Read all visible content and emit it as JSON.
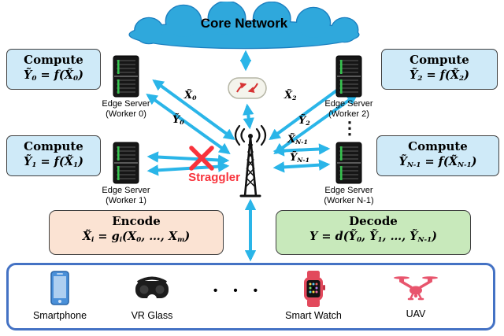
{
  "colors": {
    "cloud_fill": "#2fa8dc",
    "cloud_stroke": "#1b7fc0",
    "arrow": "#2ab5e8",
    "straggler_red": "#f8333c",
    "compute_bg": "#cfeaf8",
    "encode_bg": "#fbe3d3",
    "decode_bg": "#c8e9bb",
    "panel_border": "#4472c4",
    "uav_pink": "#e8556d"
  },
  "cloud": {
    "label": "Core Network"
  },
  "compute": [
    {
      "title": "Compute",
      "f": [
        "Ỹ",
        "0",
        " = f(X̃",
        "0",
        ")"
      ]
    },
    {
      "title": "Compute",
      "f": [
        "Ỹ",
        "1",
        " = f(X̃",
        "1",
        ")"
      ]
    },
    {
      "title": "Compute",
      "f": [
        "Ỹ",
        "2",
        " = f(X̃",
        "2",
        ")"
      ]
    },
    {
      "title": "Compute",
      "f": [
        "Ỹ",
        "N-1",
        " = f(X̃",
        "N-1",
        ")"
      ]
    }
  ],
  "workers": [
    {
      "l1": "Edge Server",
      "l2": "(Worker 0)"
    },
    {
      "l1": "Edge Server",
      "l2": "(Worker 1)"
    },
    {
      "l1": "Edge Server",
      "l2": "(Worker 2)"
    },
    {
      "l1": "Edge Server",
      "l2": "(Worker N-1)"
    }
  ],
  "links": {
    "x0": [
      "X̃",
      "0"
    ],
    "y0": [
      "Ỹ",
      "0"
    ],
    "x2": [
      "X̃",
      "2"
    ],
    "y2": [
      "Ỹ",
      "2"
    ],
    "xn1": [
      "X̃",
      "N-1"
    ],
    "yn1": [
      "Ỹ",
      "N-1"
    ]
  },
  "straggler": {
    "label": "Straggler"
  },
  "vdots": "⋮",
  "encode": {
    "title": "Encode",
    "f": [
      "X̃",
      "i",
      " = g",
      "i",
      "(X",
      "0",
      ", …, X",
      "m",
      ")"
    ]
  },
  "decode": {
    "title": "Decode",
    "f": [
      "Y = d(Ỹ",
      "0",
      ", Ỹ",
      "1",
      ", …, Ỹ",
      "N-1",
      ")"
    ]
  },
  "devices": {
    "dots": "• • •",
    "items": [
      {
        "label": "Smartphone"
      },
      {
        "label": "VR Glass"
      },
      {
        "label": "Smart Watch"
      },
      {
        "label": "UAV"
      }
    ]
  }
}
